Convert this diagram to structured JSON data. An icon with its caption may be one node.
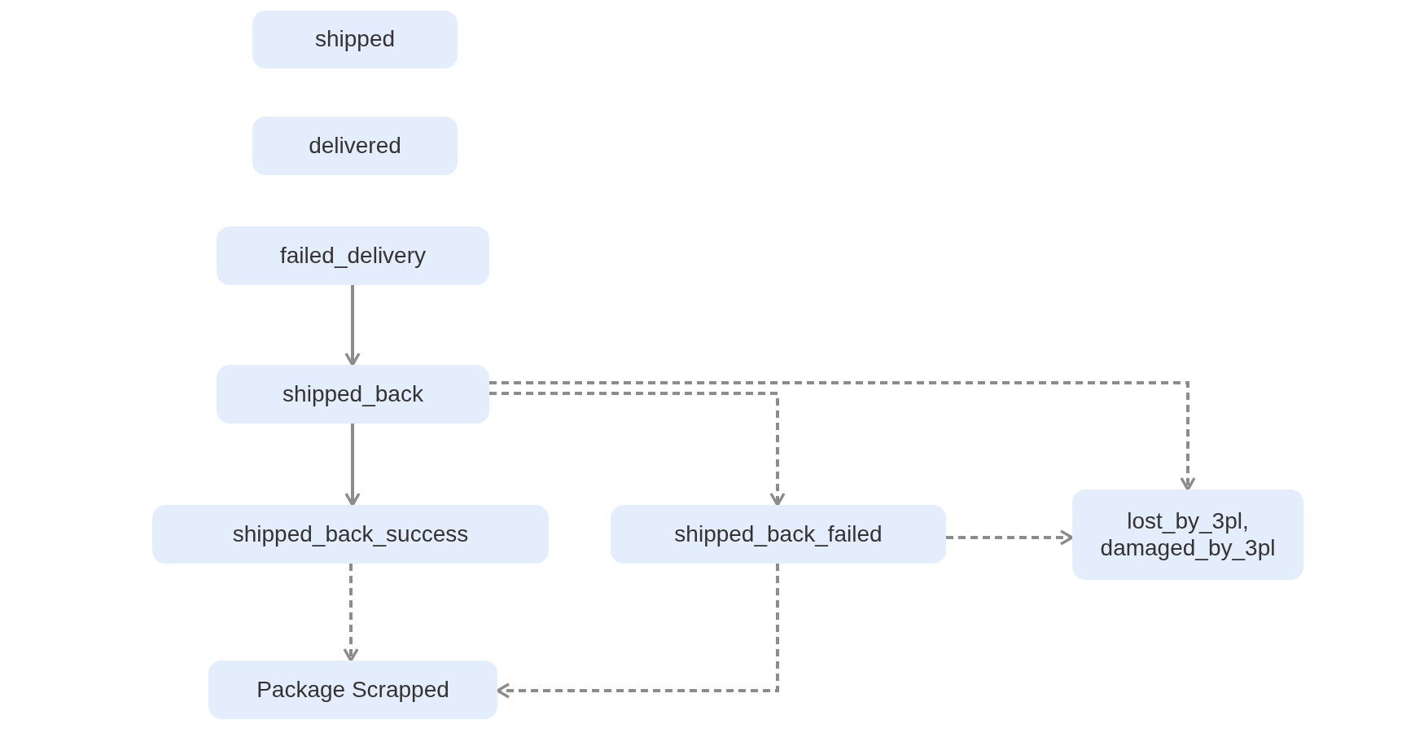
{
  "diagram": {
    "nodes": [
      {
        "text": [
          "shipped"
        ]
      },
      {
        "text": [
          "delivered"
        ]
      },
      {
        "text": [
          "failed_delivery"
        ]
      },
      {
        "text": [
          "shipped_back"
        ]
      },
      {
        "text": [
          "shipped_back_success"
        ]
      },
      {
        "text": [
          "shipped_back_failed"
        ]
      },
      {
        "text": [
          "lost_by_3pl, damaged_by_3pl"
        ]
      },
      {
        "text": [
          "Package Scrapped"
        ]
      }
    ],
    "edges": [
      {
        "from": 2,
        "to": 3,
        "arrow": "to"
      },
      {
        "from": 3,
        "to": 4,
        "arrow": "to"
      },
      {
        "from": 3,
        "to": 5,
        "arrow": "to",
        "style": "dashed"
      },
      {
        "from": 3,
        "to": 6,
        "arrow": "to",
        "style": "dashed"
      },
      {
        "from": 5,
        "to": 6,
        "arrow": "to",
        "style": "dashed"
      },
      {
        "from": 4,
        "to": 7,
        "arrow": "to",
        "style": "dashed"
      },
      {
        "from": 5,
        "to": 7,
        "arrow": "to",
        "style": "dashed"
      }
    ]
  }
}
